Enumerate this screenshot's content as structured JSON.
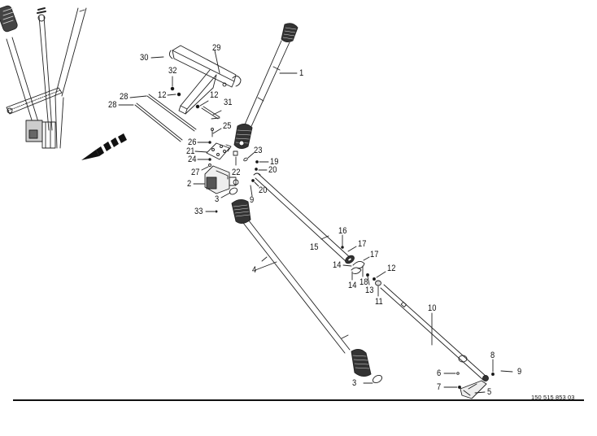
{
  "diagram": {
    "type": "exploded-parts-view",
    "subject": "drive shaft assembly",
    "document_number": "150 515 853 03",
    "direction_indicator": "travel-direction-arrow",
    "callouts": [
      {
        "id": "c1",
        "label": "1"
      },
      {
        "id": "c2",
        "label": "2"
      },
      {
        "id": "c3a",
        "label": "3"
      },
      {
        "id": "c3b",
        "label": "3"
      },
      {
        "id": "c4",
        "label": "4"
      },
      {
        "id": "c5",
        "label": "5"
      },
      {
        "id": "c6",
        "label": "6"
      },
      {
        "id": "c7",
        "label": "7"
      },
      {
        "id": "c8",
        "label": "8"
      },
      {
        "id": "c9a",
        "label": "9"
      },
      {
        "id": "c9b",
        "label": "9"
      },
      {
        "id": "c10",
        "label": "10"
      },
      {
        "id": "c11",
        "label": "11"
      },
      {
        "id": "c12a",
        "label": "12"
      },
      {
        "id": "c12b",
        "label": "12"
      },
      {
        "id": "c12c",
        "label": "12"
      },
      {
        "id": "c13",
        "label": "13"
      },
      {
        "id": "c14a",
        "label": "14"
      },
      {
        "id": "c14b",
        "label": "14"
      },
      {
        "id": "c15",
        "label": "15"
      },
      {
        "id": "c16",
        "label": "16"
      },
      {
        "id": "c17a",
        "label": "17"
      },
      {
        "id": "c17b",
        "label": "17"
      },
      {
        "id": "c18",
        "label": "18"
      },
      {
        "id": "c19",
        "label": "19"
      },
      {
        "id": "c20a",
        "label": "20"
      },
      {
        "id": "c20b",
        "label": "20"
      },
      {
        "id": "c21",
        "label": "21"
      },
      {
        "id": "c22",
        "label": "22"
      },
      {
        "id": "c23",
        "label": "23"
      },
      {
        "id": "c24",
        "label": "24"
      },
      {
        "id": "c25",
        "label": "25"
      },
      {
        "id": "c26",
        "label": "26"
      },
      {
        "id": "c27",
        "label": "27"
      },
      {
        "id": "c28a",
        "label": "28"
      },
      {
        "id": "c28b",
        "label": "28"
      },
      {
        "id": "c29",
        "label": "29"
      },
      {
        "id": "c30",
        "label": "30"
      },
      {
        "id": "c31",
        "label": "31"
      },
      {
        "id": "c32",
        "label": "32"
      },
      {
        "id": "c33",
        "label": "33"
      }
    ]
  }
}
